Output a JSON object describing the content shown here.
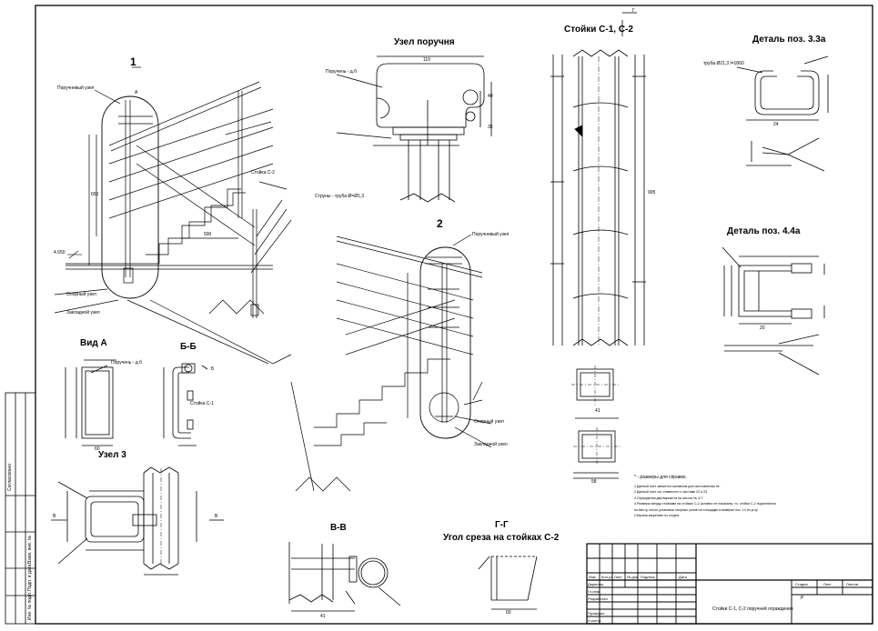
{
  "views": {
    "node1_number": "1",
    "node2_number": "2",
    "node_handrail": "Узел поручня",
    "view_a": "Вид А",
    "section_bb": "Б-Б",
    "node3": "Узел 3",
    "section_vv": "В-В",
    "section_gg": "Г-Г",
    "cut_angle": "Угол среза на стойках С-2",
    "posts": "Стойки С-1, С-2",
    "detail_33a": "Деталь поз. 3.3а",
    "detail_44a": "Деталь поз. 4.4а"
  },
  "callouts": {
    "handrail_node": "Поручневый узел",
    "support_node": "Опорный узел",
    "fixing_node": "Закладной узел",
    "post_c2": "Стойка С-2",
    "post_c1": "Стойка С-1",
    "strings": "Струны - труба Ø=Ø1,3",
    "handrail_tube": "Поручень - д.б",
    "height_mark": "4.650",
    "dims_note": "* - размеры для справок.",
    "detail_tube": "труба Ø21,3 l=1860",
    "mark_f": "Г",
    "mark_a": "А",
    "mark_b": "Б",
    "mark_v": "В"
  },
  "dimensions": {
    "d110": "110",
    "d40": "40",
    "d35": "35",
    "d41": "41",
    "d60": "60",
    "d500": "500",
    "d905": "905",
    "d650": "650",
    "d24": "24",
    "d20": "20",
    "d58": "58"
  },
  "notes": [
    "1.Данный лист является основным для изготовления не.",
    "2.Данный лист см. совместно с листами 22 и 23.",
    "3.Ограждения два варианта на листах № 4-7.",
    "4.Размеры между стойками на стойках С-2 условно не показаны, т.к. стойки С-2 подгоняются",
    "по месту, после установки опорных узлов на площадке в выверке поз. 14 по углу.",
    "Стержни закрепить по струне."
  ],
  "title_block": {
    "headers": [
      "Изм.",
      "Кол.уч",
      "Лист",
      "№ док",
      "Подпись",
      "Дата"
    ],
    "roles": [
      "Директор",
      "Гл.инж.",
      "Разработал",
      "Проверил",
      "Н.контр."
    ],
    "stage_header": "Стадия",
    "sheet_header": "Лист",
    "sheets_header": "Листов",
    "stage_value": "Р",
    "drawing_title": "Стойки С-1, С-2 поручней ограждения"
  },
  "sidebar": {
    "agreed": "Согласовано",
    "inv_orig": "Инв. № подл.",
    "sign_date": "Подп. и дата",
    "inv_dup": "Взам. инв. №"
  }
}
